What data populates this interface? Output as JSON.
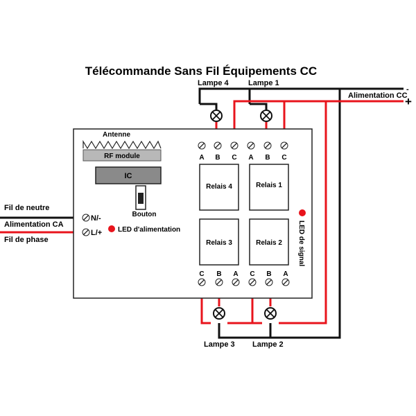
{
  "title": "Télécommande Sans Fil Équipements CC",
  "board": {
    "antenna_label": "Antenne",
    "rf_module_label": "RF module",
    "ic_label": "IC",
    "button_label": "Bouton",
    "power_led_label": "LED d'alimentation",
    "signal_led_label": "LED de signal"
  },
  "relays": [
    {
      "label": "Relais 4"
    },
    {
      "label": "Relais 1"
    },
    {
      "label": "Relais 3"
    },
    {
      "label": "Relais 2"
    }
  ],
  "top_terminals": [
    "A",
    "B",
    "C",
    "A",
    "B",
    "C"
  ],
  "bottom_terminals": [
    "C",
    "B",
    "A",
    "C",
    "B",
    "A"
  ],
  "input_terminals": {
    "neutral": "N/-",
    "live": "L/+"
  },
  "lamps": {
    "lamp4": "Lampe 4",
    "lamp1": "Lampe 1",
    "lamp3": "Lampe 3",
    "lamp2": "Lampe 2"
  },
  "supply": {
    "dc_label": "Alimentation CC",
    "dc_minus": "-",
    "dc_plus": "+",
    "ac_neutral_label": "Fil de neutre",
    "ac_label": "Alimentation CA",
    "ac_phase_label": "Fil de phase"
  },
  "colors": {
    "positive_wire": "#e8141c",
    "negative_wire": "#111111",
    "led": "#e8141c",
    "module": "#b8b8b8"
  }
}
